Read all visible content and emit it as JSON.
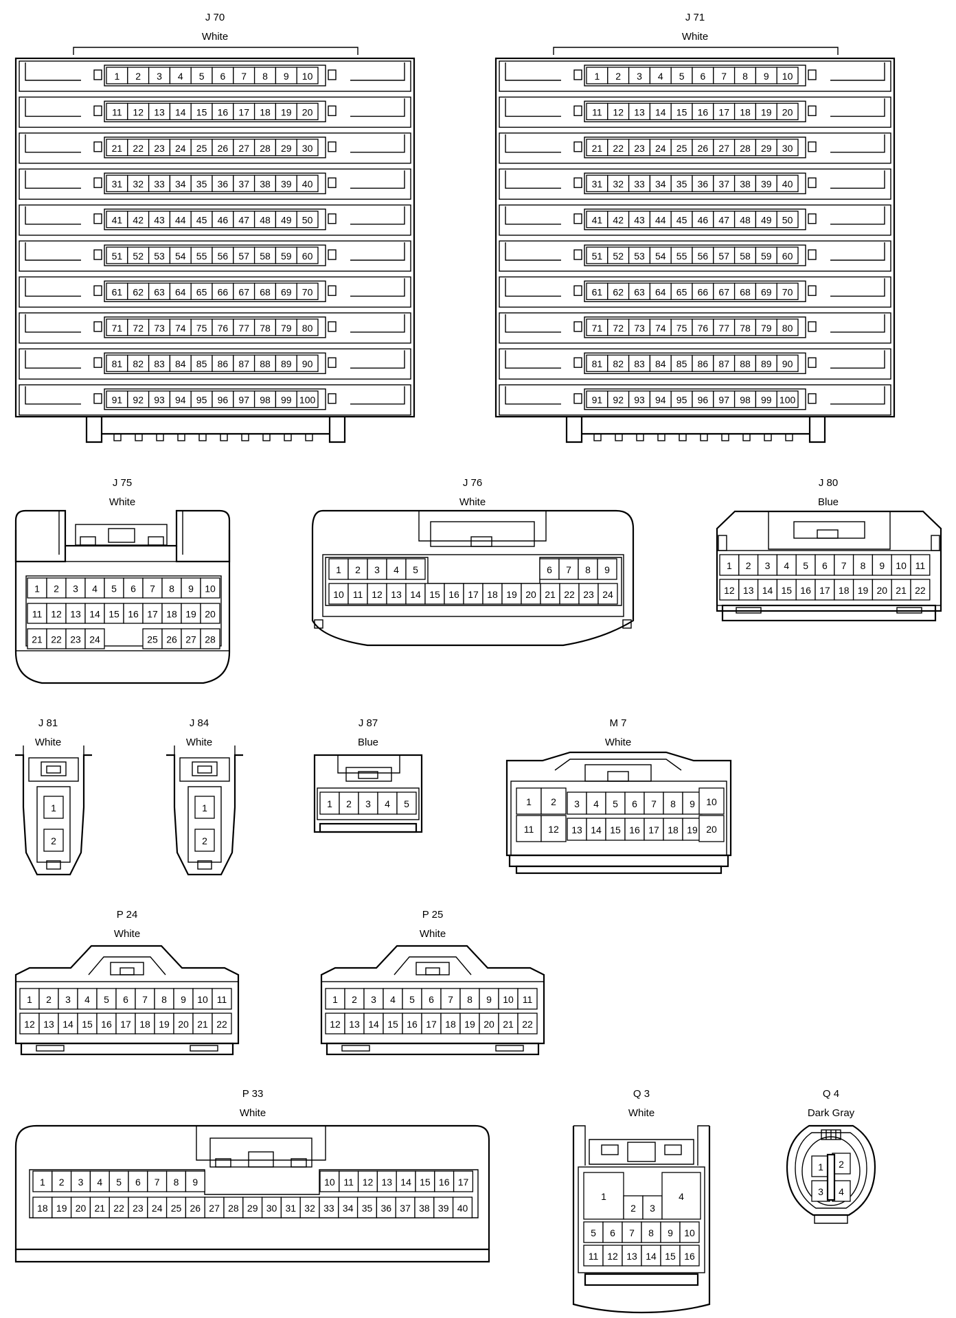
{
  "connectors": [
    {
      "id": "J 70",
      "color": "White",
      "pins": [
        "1",
        "2",
        "3",
        "4",
        "5",
        "6",
        "7",
        "8",
        "9",
        "10",
        "11",
        "12",
        "13",
        "14",
        "15",
        "16",
        "17",
        "18",
        "19",
        "20",
        "21",
        "22",
        "23",
        "24",
        "25",
        "26",
        "27",
        "28",
        "29",
        "30",
        "31",
        "32",
        "33",
        "34",
        "35",
        "36",
        "37",
        "38",
        "39",
        "40",
        "41",
        "42",
        "43",
        "44",
        "45",
        "46",
        "47",
        "48",
        "49",
        "50",
        "51",
        "52",
        "53",
        "54",
        "55",
        "56",
        "57",
        "58",
        "59",
        "60",
        "61",
        "62",
        "63",
        "64",
        "65",
        "66",
        "67",
        "68",
        "69",
        "70",
        "71",
        "72",
        "73",
        "74",
        "75",
        "76",
        "77",
        "78",
        "79",
        "80",
        "81",
        "82",
        "83",
        "84",
        "85",
        "86",
        "87",
        "88",
        "89",
        "90",
        "91",
        "92",
        "93",
        "94",
        "95",
        "96",
        "97",
        "98",
        "99",
        "100"
      ]
    },
    {
      "id": "J 71",
      "color": "White",
      "pins": [
        "1",
        "2",
        "3",
        "4",
        "5",
        "6",
        "7",
        "8",
        "9",
        "10",
        "11",
        "12",
        "13",
        "14",
        "15",
        "16",
        "17",
        "18",
        "19",
        "20",
        "21",
        "22",
        "23",
        "24",
        "25",
        "26",
        "27",
        "28",
        "29",
        "30",
        "31",
        "32",
        "33",
        "34",
        "35",
        "36",
        "37",
        "38",
        "39",
        "40",
        "41",
        "42",
        "43",
        "44",
        "45",
        "46",
        "47",
        "48",
        "49",
        "50",
        "51",
        "52",
        "53",
        "54",
        "55",
        "56",
        "57",
        "58",
        "59",
        "60",
        "61",
        "62",
        "63",
        "64",
        "65",
        "66",
        "67",
        "68",
        "69",
        "70",
        "71",
        "72",
        "73",
        "74",
        "75",
        "76",
        "77",
        "78",
        "79",
        "80",
        "81",
        "82",
        "83",
        "84",
        "85",
        "86",
        "87",
        "88",
        "89",
        "90",
        "91",
        "92",
        "93",
        "94",
        "95",
        "96",
        "97",
        "98",
        "99",
        "100"
      ]
    },
    {
      "id": "J 75",
      "color": "White",
      "pins": [
        "1",
        "2",
        "3",
        "4",
        "5",
        "6",
        "7",
        "8",
        "9",
        "10",
        "11",
        "12",
        "13",
        "14",
        "15",
        "16",
        "17",
        "18",
        "19",
        "20",
        "21",
        "22",
        "23",
        "24",
        "25",
        "26",
        "27",
        "28"
      ]
    },
    {
      "id": "J 76",
      "color": "White",
      "pins": [
        "1",
        "2",
        "3",
        "4",
        "5",
        "6",
        "7",
        "8",
        "9",
        "10",
        "11",
        "12",
        "13",
        "14",
        "15",
        "16",
        "17",
        "18",
        "19",
        "20",
        "21",
        "22",
        "23",
        "24"
      ]
    },
    {
      "id": "J 80",
      "color": "Blue",
      "pins": [
        "1",
        "2",
        "3",
        "4",
        "5",
        "6",
        "7",
        "8",
        "9",
        "10",
        "11",
        "12",
        "13",
        "14",
        "15",
        "16",
        "17",
        "18",
        "19",
        "20",
        "21",
        "22"
      ]
    },
    {
      "id": "J 81",
      "color": "White",
      "pins": [
        "1",
        "2"
      ]
    },
    {
      "id": "J 84",
      "color": "White",
      "pins": [
        "1",
        "2"
      ]
    },
    {
      "id": "J 87",
      "color": "Blue",
      "pins": [
        "1",
        "2",
        "3",
        "4",
        "5"
      ]
    },
    {
      "id": "M 7",
      "color": "White",
      "pins": [
        "1",
        "2",
        "3",
        "4",
        "5",
        "6",
        "7",
        "8",
        "9",
        "10",
        "11",
        "12",
        "13",
        "14",
        "15",
        "16",
        "17",
        "18",
        "19",
        "20"
      ]
    },
    {
      "id": "P 24",
      "color": "White",
      "pins": [
        "1",
        "2",
        "3",
        "4",
        "5",
        "6",
        "7",
        "8",
        "9",
        "10",
        "11",
        "12",
        "13",
        "14",
        "15",
        "16",
        "17",
        "18",
        "19",
        "20",
        "21",
        "22"
      ]
    },
    {
      "id": "P 25",
      "color": "White",
      "pins": [
        "1",
        "2",
        "3",
        "4",
        "5",
        "6",
        "7",
        "8",
        "9",
        "10",
        "11",
        "12",
        "13",
        "14",
        "15",
        "16",
        "17",
        "18",
        "19",
        "20",
        "21",
        "22"
      ]
    },
    {
      "id": "P 33",
      "color": "White",
      "pins": [
        "1",
        "2",
        "3",
        "4",
        "5",
        "6",
        "7",
        "8",
        "9",
        "10",
        "11",
        "12",
        "13",
        "14",
        "15",
        "16",
        "17",
        "18",
        "19",
        "20",
        "21",
        "22",
        "23",
        "24",
        "25",
        "26",
        "27",
        "28",
        "29",
        "30",
        "31",
        "32",
        "33",
        "34",
        "35",
        "36",
        "37",
        "38",
        "39",
        "40"
      ]
    },
    {
      "id": "Q 3",
      "color": "White",
      "pins": [
        "1",
        "2",
        "3",
        "4",
        "5",
        "6",
        "7",
        "8",
        "9",
        "10",
        "11",
        "12",
        "13",
        "14",
        "15",
        "16"
      ]
    },
    {
      "id": "Q 4",
      "color": "Dark Gray",
      "pins": [
        "1",
        "2",
        "3",
        "4"
      ]
    }
  ]
}
